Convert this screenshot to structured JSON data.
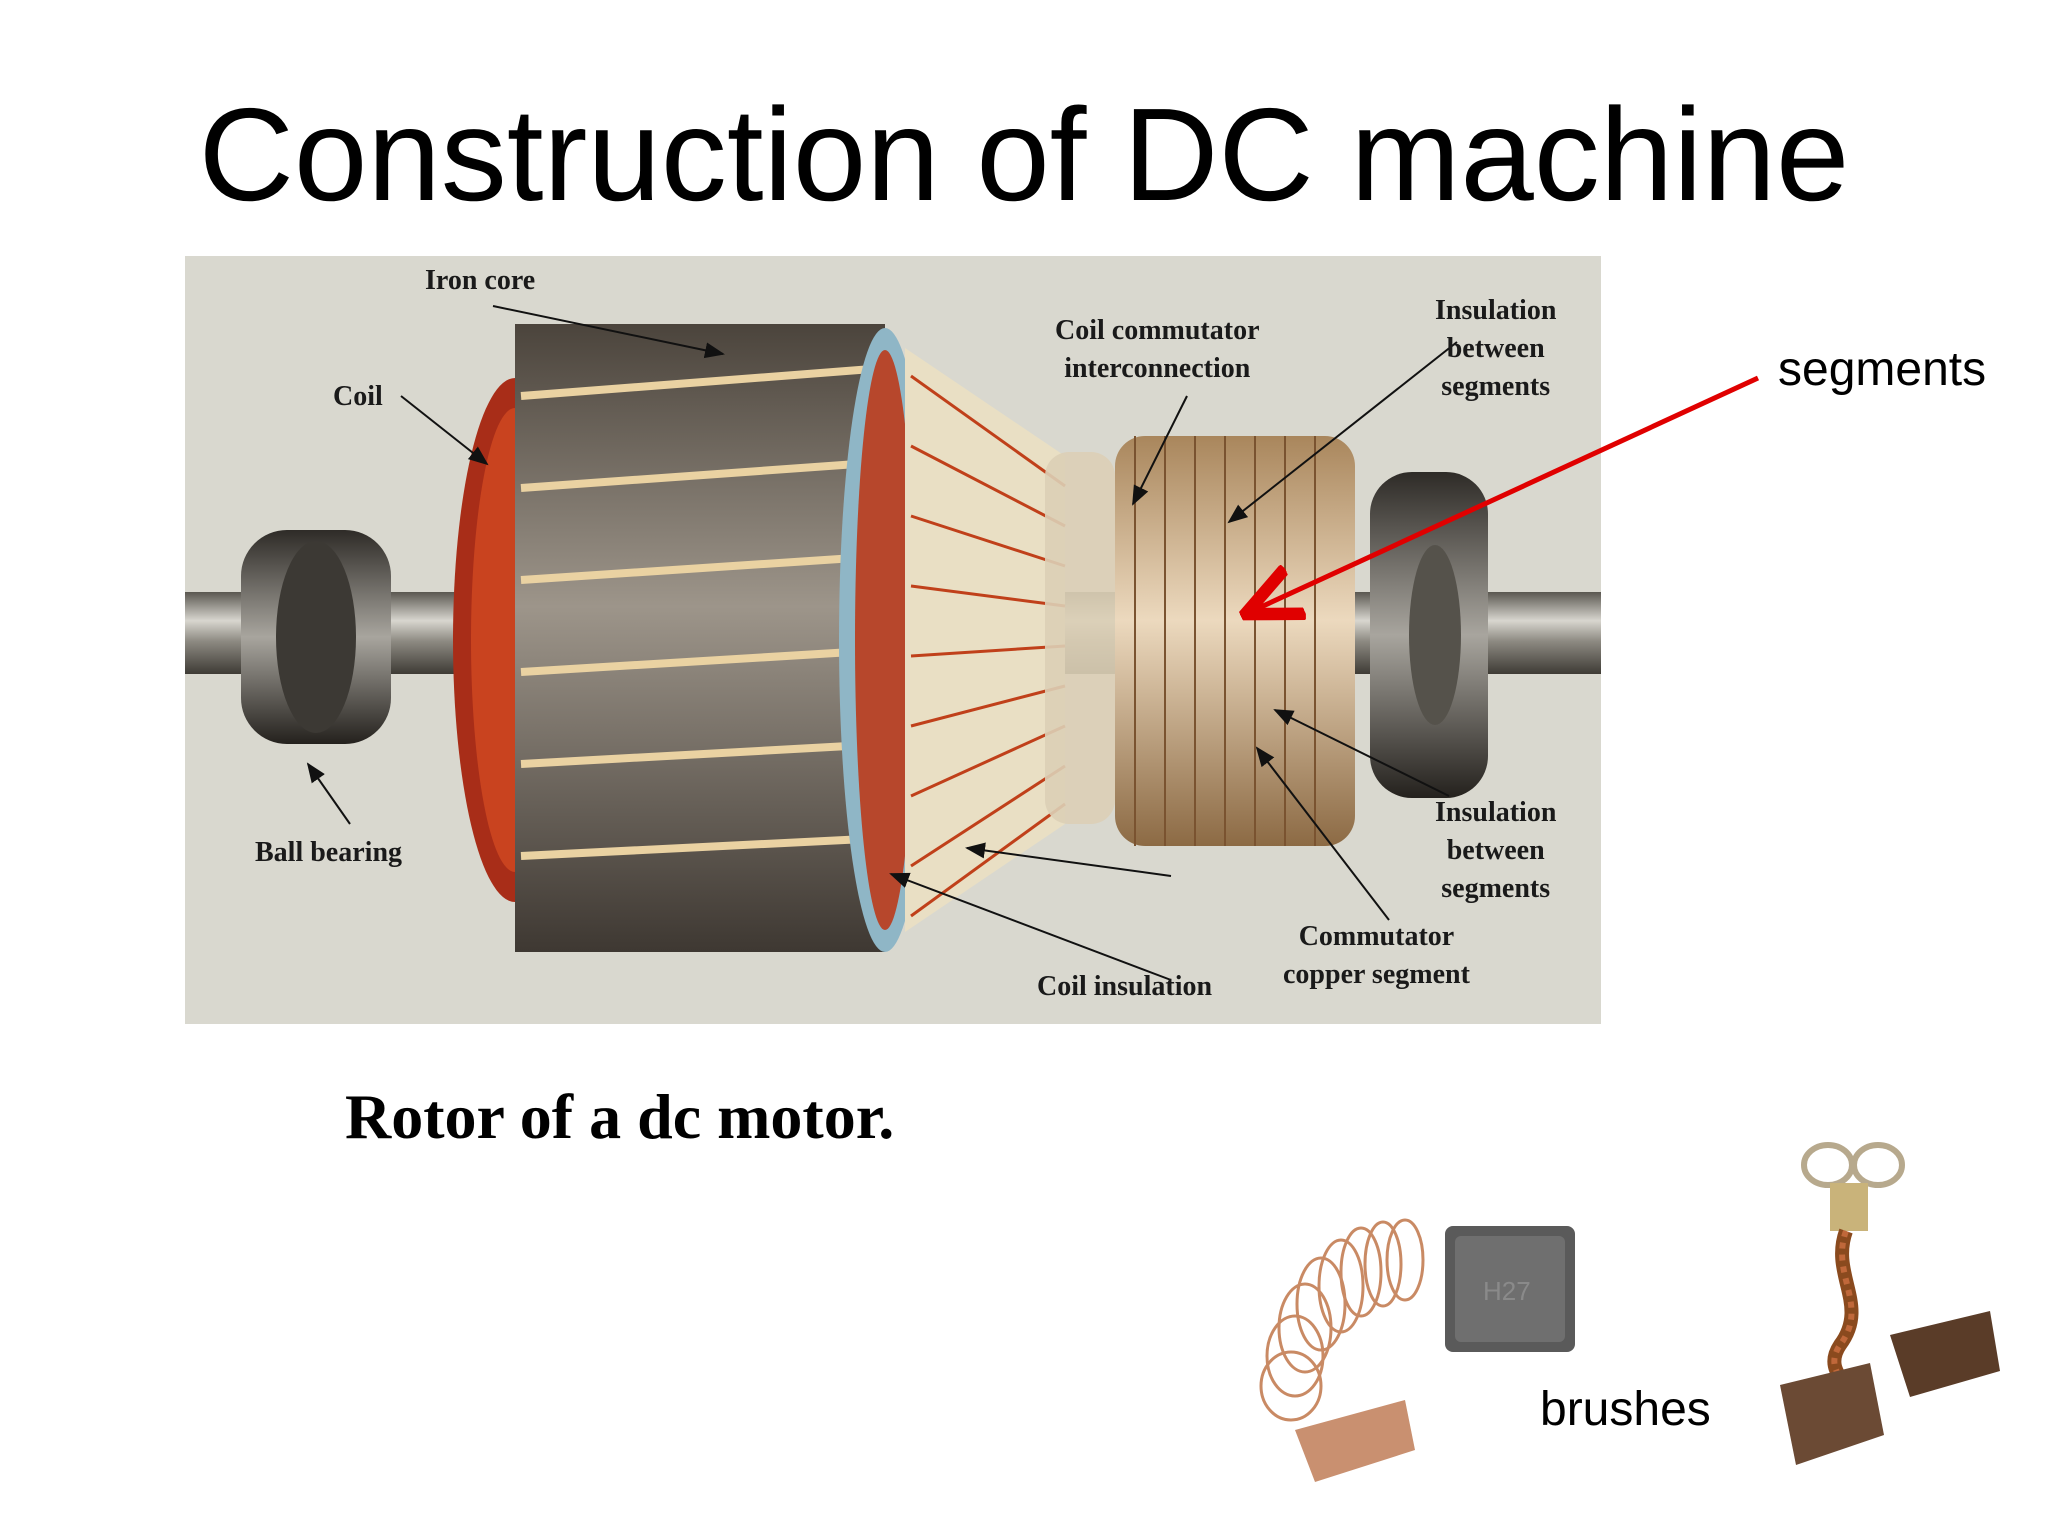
{
  "slide": {
    "title": "Construction of DC machine",
    "caption": "Rotor of a dc motor.",
    "callout_segments": "segments",
    "callout_brushes": "brushes"
  },
  "photo_labels": {
    "iron_core": "Iron core",
    "coil": "Coil",
    "ball_bearing": "Ball bearing",
    "coil_commutator": "Coil commutator\ninterconnection",
    "insulation_top": "Insulation\nbetween\nsegments",
    "insulation_bottom": "Insulation\nbetween\nsegments",
    "commutator_copper": "Commutator\ncopper segment",
    "coil_insulation": "Coil insulation",
    "brush_marking": "H27"
  },
  "colors": {
    "callout_arrow": "#e00000",
    "photo_background": "#d9d8cf",
    "copper_wire": "#c0401a"
  }
}
